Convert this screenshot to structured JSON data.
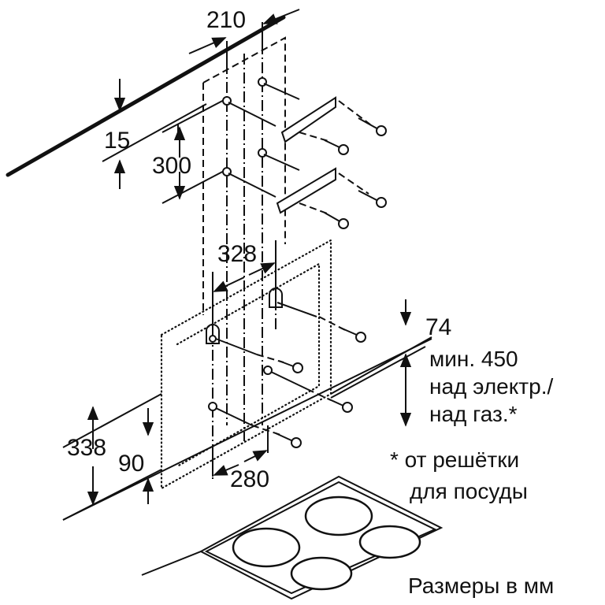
{
  "dimensions": {
    "top_width": "210",
    "top_offset": "15",
    "bracket_spacing": "300",
    "mid_width": "328",
    "right_offset": "74",
    "bottom_height": "338",
    "bottom_offset": "90",
    "bottom_width": "280"
  },
  "notes": {
    "min_distance_line1": "мин. 450",
    "min_distance_line2": "над электр./",
    "min_distance_line3": "над газ.*",
    "footnote_line1": "* от решётки",
    "footnote_line2": "для посуды",
    "units": "Размеры в мм"
  }
}
